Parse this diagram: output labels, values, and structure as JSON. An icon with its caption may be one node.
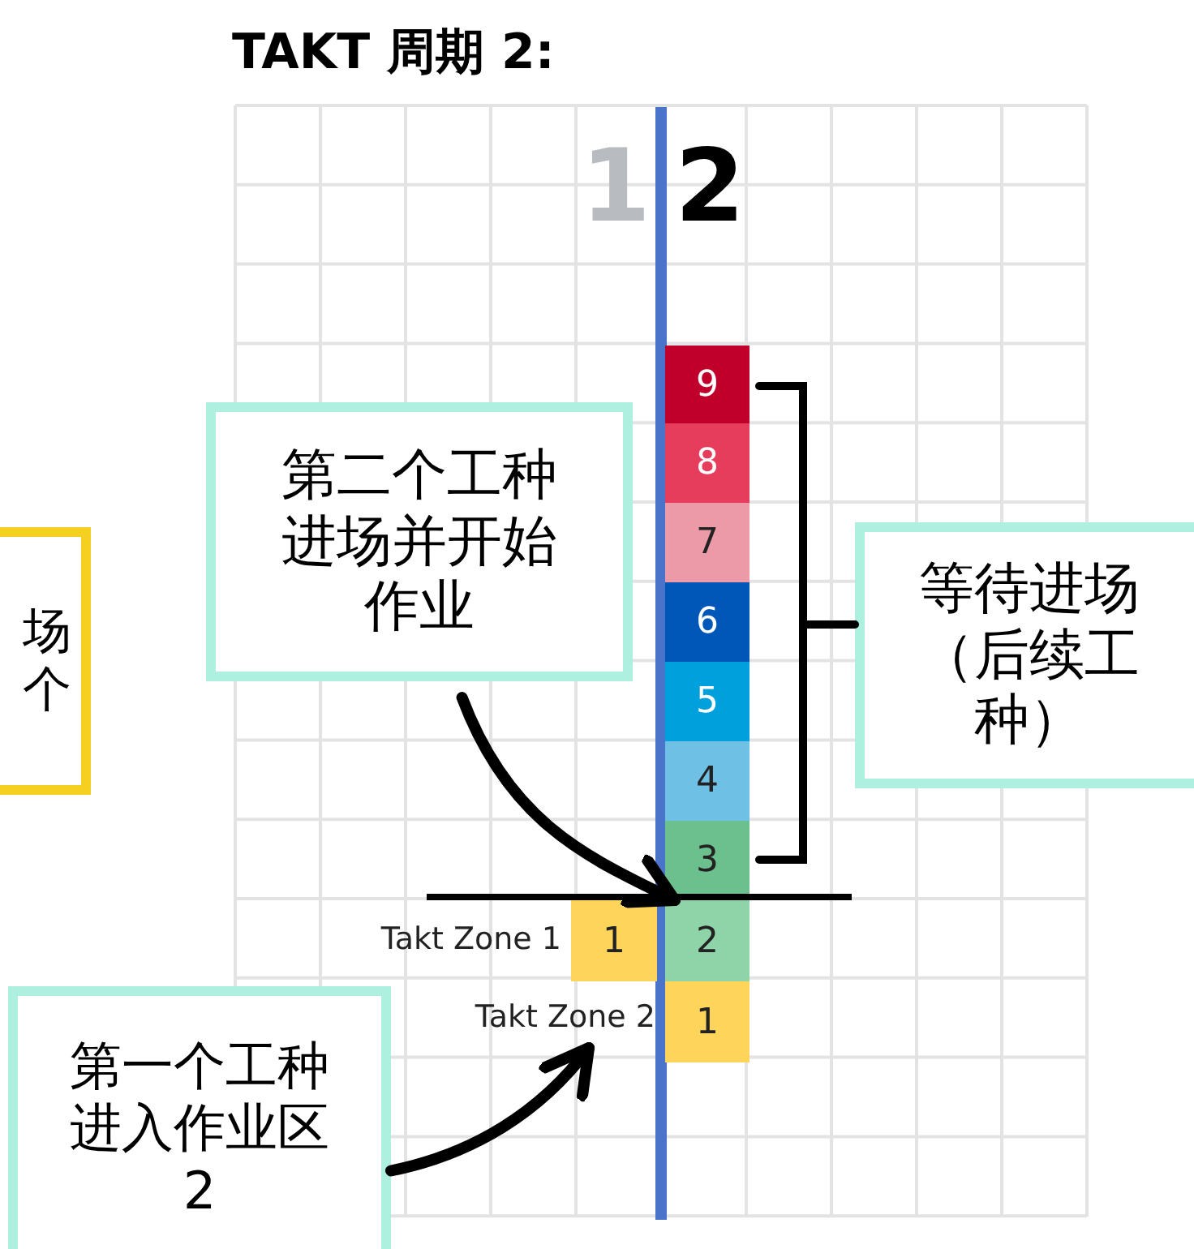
{
  "diagram": {
    "title": "TAKT 周期 2:",
    "nodes": [
      {
        "text": [
          "第二个工种进场并开始作业"
        ]
      },
      {
        "text": [
          "场个"
        ]
      },
      {
        "text": [
          "等待进场（后续工种）"
        ]
      },
      {
        "text": [
          "9"
        ]
      },
      {
        "text": [
          "8"
        ]
      },
      {
        "text": [
          "7"
        ]
      },
      {
        "text": [
          "6"
        ]
      },
      {
        "text": [
          "5"
        ]
      },
      {
        "text": [
          "4"
        ]
      },
      {
        "text": [
          "3"
        ]
      },
      {
        "text": [
          "1"
        ]
      },
      {
        "text": [
          "2"
        ]
      },
      {
        "text": [
          "Takt Zone 2"
        ]
      },
      {
        "text": [
          "1"
        ]
      },
      {
        "text": [
          "第一个工种进入作业区2"
        ]
      }
    ],
    "edges": [
      {
        "from": 0,
        "to": 11,
        "arrow": "to"
      },
      {
        "from": 14,
        "to": 12,
        "arrow": "to"
      }
    ],
    "labels": [
      "1",
      "2",
      "Takt Zone 1"
    ]
  }
}
